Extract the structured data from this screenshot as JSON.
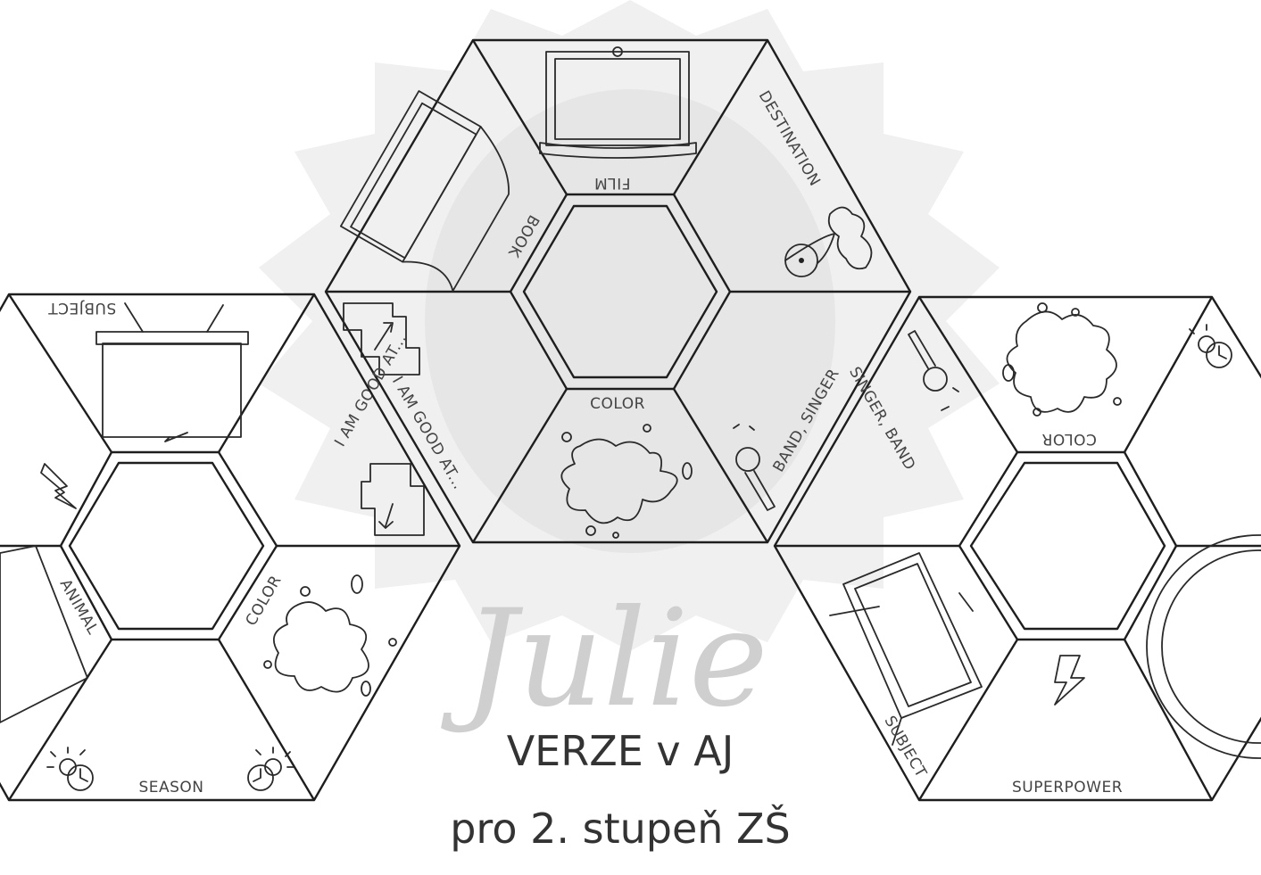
{
  "watermark": {
    "signature": "Julie"
  },
  "labels": {
    "center_top": {
      "film": "FILM",
      "book": "BOOK",
      "destination": "DESTINATION",
      "good_at_1": "I AM GOOD AT...",
      "good_at_2": "I AM GOOD AT...",
      "color": "COLOR",
      "band_singer": "BAND, SINGER"
    },
    "left": {
      "subject": "SUBJECT",
      "animal": "ANIMAL",
      "color": "COLOR",
      "season": "SEASON"
    },
    "right": {
      "singer_band": "SINGER, BAND",
      "color": "COLOR",
      "subject": "SUBJECT",
      "superpower": "SUPERPOWER"
    }
  },
  "title": {
    "line1": "VERZE v AJ",
    "line2": "pro 2. stupeň ZŠ"
  },
  "colors": {
    "line": "#1e1e1e",
    "watermark": "#d6d6d6",
    "text": "#444444"
  },
  "icons": [
    "film-screen-icon",
    "book-icon",
    "map-pin-icon",
    "puzzle-arrow-icon",
    "paint-splash-icon",
    "microphone-icon",
    "easel-icon",
    "lightning-icon",
    "clock-sun-icon",
    "animal-card-icon",
    "plate-icon"
  ]
}
